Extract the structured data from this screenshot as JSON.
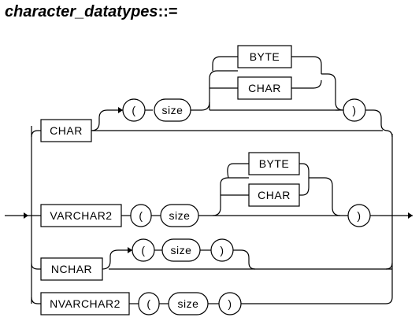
{
  "title": {
    "name": "character_datatypes",
    "operator": "::="
  },
  "diagram": {
    "char_keyword": "CHAR",
    "varchar2_keyword": "VARCHAR2",
    "nchar_keyword": "NCHAR",
    "nvarchar2_keyword": "NVARCHAR2",
    "lparen": "(",
    "rparen": ")",
    "size": "size",
    "byte": "BYTE",
    "char_unit": "CHAR"
  }
}
